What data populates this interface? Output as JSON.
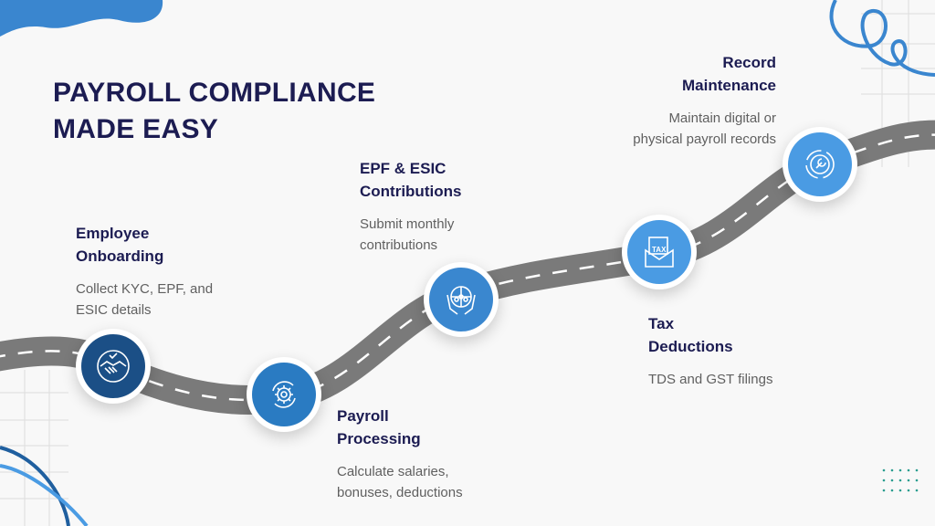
{
  "title": {
    "line1": "PAYROLL COMPLIANCE",
    "line2": "MADE EASY"
  },
  "steps": [
    {
      "title1": "Employee",
      "title2": "Onboarding",
      "desc1": "Collect KYC, EPF, and",
      "desc2": "ESIC details",
      "icon": "handshake-icon",
      "color": "#1b4f86"
    },
    {
      "title1": "Payroll",
      "title2": "Processing",
      "desc1": "Calculate salaries,",
      "desc2": "bonuses, deductions",
      "icon": "gear-cycle-icon",
      "color": "#2a7bc2"
    },
    {
      "title1": "EPF & ESIC",
      "title2": "Contributions",
      "desc1": "Submit monthly",
      "desc2": "contributions",
      "icon": "hands-globe-people-icon",
      "color": "#3a87cf"
    },
    {
      "title1": "Tax",
      "title2": "Deductions",
      "desc1": "TDS and GST filings",
      "desc2": "",
      "icon": "tax-envelope-icon",
      "color": "#4a9be3",
      "icon_text": "TAX"
    },
    {
      "title1": "Record",
      "title2": "Maintenance",
      "desc1": "Maintain digital or",
      "desc2": "physical payroll records",
      "icon": "wrench-gear-icon",
      "color": "#4a9be3"
    }
  ]
}
